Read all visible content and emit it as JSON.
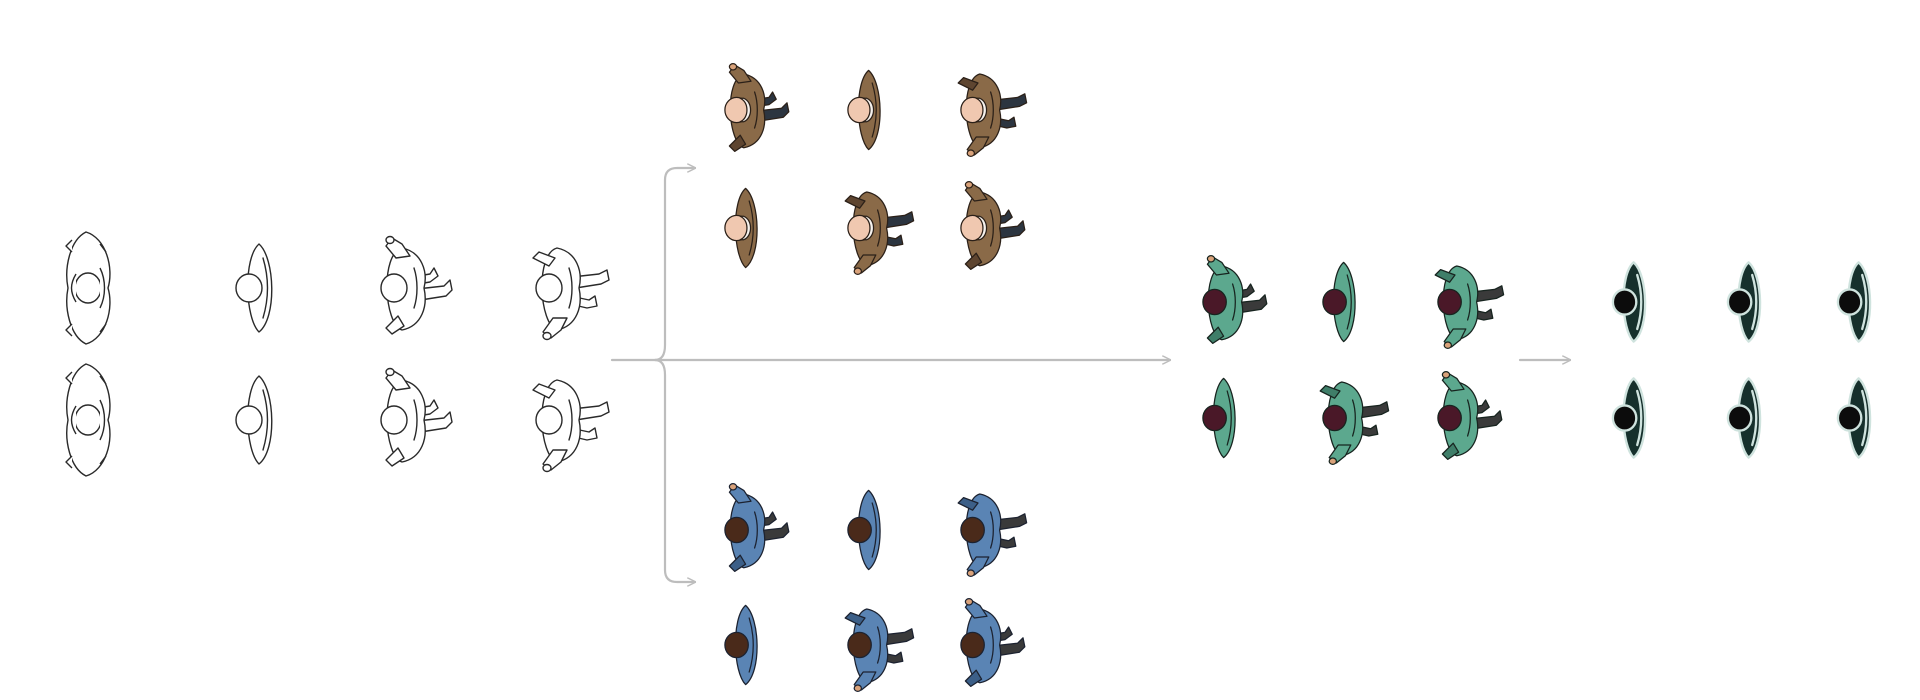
{
  "colors": {
    "connector": "#bdbdbd",
    "lineart_stroke": "#2a2a2a",
    "brown_body": "#8a6a48",
    "brown_shade": "#5e4530",
    "brown_head": "#f0c8b0",
    "brown_cap": "#f6f2ee",
    "brown_legs": "#2c3540",
    "blue_body": "#5a84b4",
    "blue_shade": "#3c5f88",
    "blue_head": "#4a2a1a",
    "blue_legs": "#3a3a3a",
    "teal_body": "#5ca88e",
    "teal_shade": "#3f7e69",
    "teal_head": "#4a1828",
    "teal_legs": "#3a3a3a",
    "dark_body": "#16302c",
    "dark_rim": "#cfe3de",
    "dark_head": "#0c0c0c"
  },
  "groups": [
    {
      "name": "lineart-sketch-group",
      "style": "lineart"
    },
    {
      "name": "brown-figures-group",
      "style": "brown"
    },
    {
      "name": "blue-figures-group",
      "style": "blue"
    },
    {
      "name": "teal-figures-group",
      "style": "teal"
    },
    {
      "name": "dark-figures-group",
      "style": "dark"
    }
  ],
  "connectors": [
    {
      "name": "branch-to-brown-arrow"
    },
    {
      "name": "branch-to-teal-arrow"
    },
    {
      "name": "branch-to-blue-arrow"
    },
    {
      "name": "teal-to-dark-arrow"
    }
  ]
}
